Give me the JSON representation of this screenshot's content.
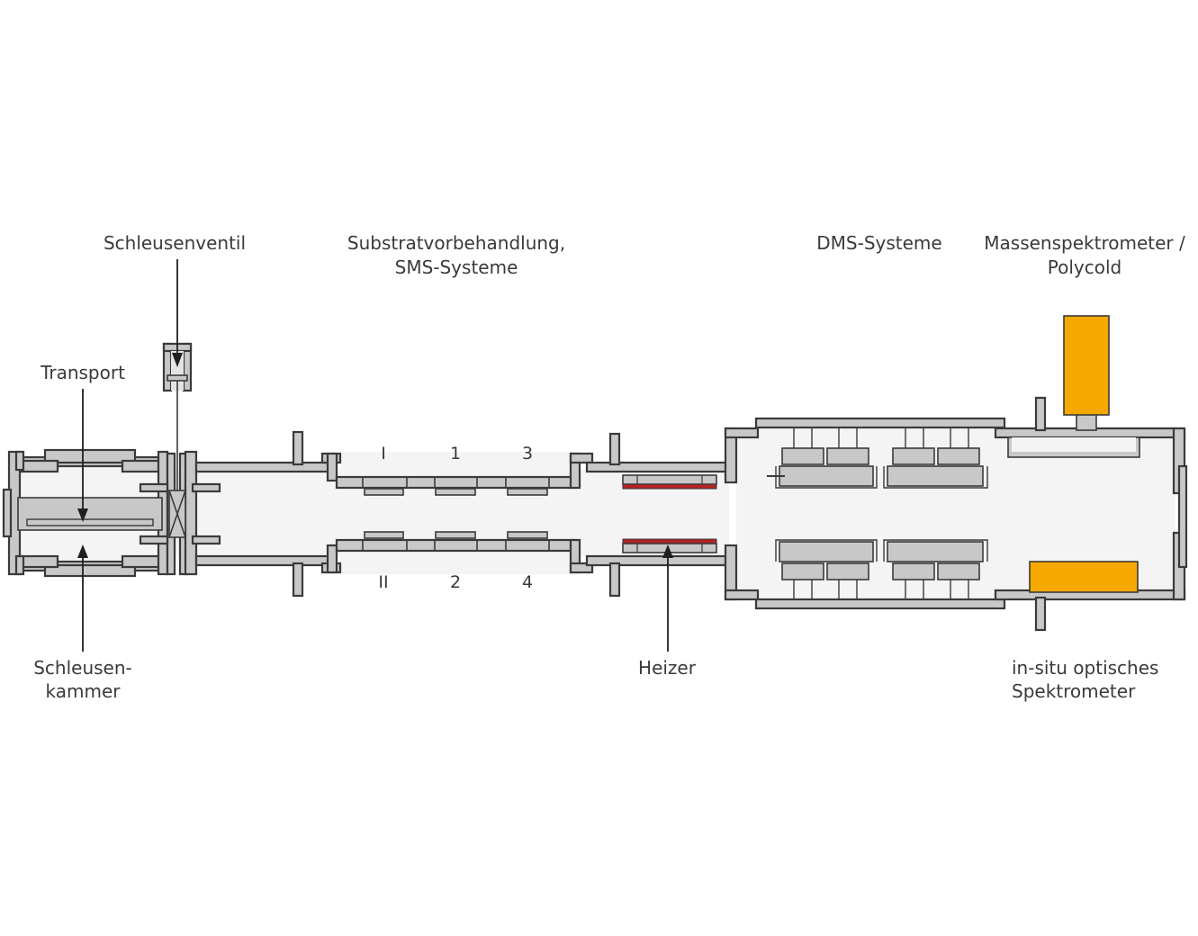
{
  "colors": {
    "wall_fill": "#c8c8c8",
    "outline": "#3a3a3a",
    "chamber_interior": "#f4f4f4",
    "heater_strip": "#b22222",
    "polycold_fill": "#f5a800",
    "label_text": "#3a3a3a"
  },
  "labels": {
    "schleusenventil": "Schleusenventil",
    "substrat_line1": "Substratvorbehandlung,",
    "substrat_line2": "SMS-Systeme",
    "dms": "DMS-Systeme",
    "massen_line1": "Massenspektrometer /",
    "massen_line2": "Polycold",
    "transport": "Transport",
    "schleusen_line1": "Schleusen-",
    "schleusen_line2": "kammer",
    "heizer": "Heizer",
    "insitu_line1": "in-situ optisches",
    "insitu_line2": "Spektrometer"
  },
  "station_numbers": {
    "top": [
      "I",
      "1",
      "3"
    ],
    "bottom": [
      "II",
      "2",
      "4"
    ]
  }
}
